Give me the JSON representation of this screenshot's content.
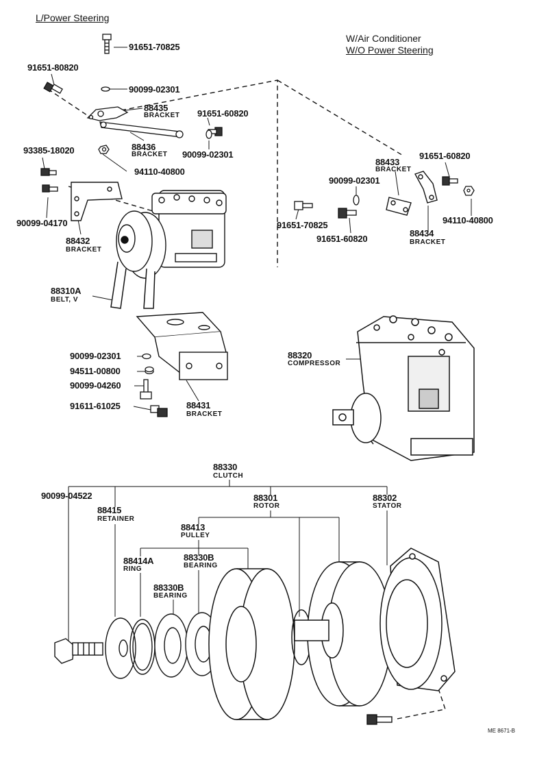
{
  "headers": {
    "left": "L/Power Steering",
    "right_line1": "W/Air Conditioner",
    "right_line2": "W/O Power Steering"
  },
  "parts": {
    "p91651_70825_top": "91651-70825",
    "p91651_80820": "91651-80820",
    "p90099_02301_a": "90099-02301",
    "p88435": "88435",
    "p88435_name": "BRACKET",
    "p91651_60820_a": "91651-60820",
    "p88436": "88436",
    "p88436_name": "BRACKET",
    "p90099_02301_b": "90099-02301",
    "p93385_18020": "93385-18020",
    "p94110_40800_a": "94110-40800",
    "p90099_04170": "90099-04170",
    "p88432": "88432",
    "p88432_name": "BRACKET",
    "p88310A": "88310A",
    "p88310A_name": "BELT, V",
    "p90099_02301_c": "90099-02301",
    "p94511_00800": "94511-00800",
    "p90099_04260": "90099-04260",
    "p91611_61025": "91611-61025",
    "p88431": "88431",
    "p88431_name": "BRACKET",
    "p88433": "88433",
    "p88433_name": "BRACKET",
    "p91651_60820_b": "91651-60820",
    "p90099_02301_d": "90099-02301",
    "p91651_70825_b": "91651-70825",
    "p91651_60820_c": "91651-60820",
    "p94110_40800_b": "94110-40800",
    "p88434": "88434",
    "p88434_name": "BRACKET",
    "p88320": "88320",
    "p88320_name": "COMPRESSOR",
    "p88330": "88330",
    "p88330_name": "CLUTCH",
    "p90099_04522": "90099-04522",
    "p88415": "88415",
    "p88415_name": "RETAINER",
    "p88301": "88301",
    "p88301_name": "ROTOR",
    "p88302": "88302",
    "p88302_name": "STATOR",
    "p88413": "88413",
    "p88413_name": "PULLEY",
    "p88414A": "88414A",
    "p88414A_name": "RING",
    "p88330B_a": "88330B",
    "p88330B_a_name": "BEARING",
    "p88330B_b": "88330B",
    "p88330B_b_name": "BEARING"
  },
  "reference": "ME 8671-B"
}
